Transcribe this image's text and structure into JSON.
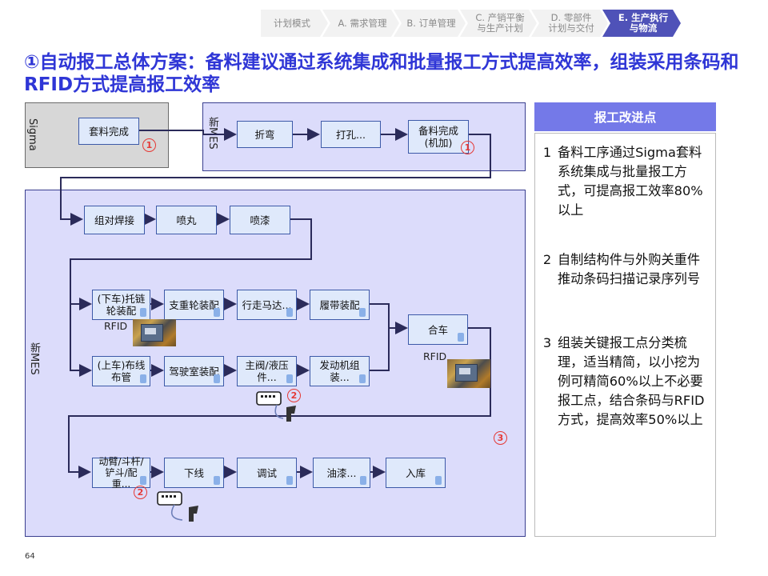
{
  "nav": [
    {
      "label": "计划模式",
      "active": false
    },
    {
      "label": "A. 需求管理",
      "active": false
    },
    {
      "label": "B. 订单管理",
      "active": false
    },
    {
      "label": "C. 产销平衡\n与生产计划",
      "active": false
    },
    {
      "label": "D. 零部件\n计划与交付",
      "active": false
    },
    {
      "label": "E. 生产执行\n与物流",
      "active": true
    }
  ],
  "title": "①自动报工总体方案：备料建议通过系统集成和批量报工方式提高效率，组装采用条码和RFID方式提高报工效率",
  "panels": {
    "sigma_label": "Sigma",
    "mes_top_label": "新MES",
    "mes_main_label": "新MES"
  },
  "steps": {
    "sigma_kitting": "套料完成",
    "bending": "折弯",
    "drilling": "打孔...",
    "kitting_done": "备料完成\n(机加)",
    "welding": "组对焊接",
    "shot_blast": "喷丸",
    "painting": "喷漆",
    "lower_chain": "(下车)托链\n轮装配",
    "roller_assembly": "支重轮装配",
    "travel_motor": "行走马达...",
    "track_assembly": "履带装配",
    "upper_wiring": "(上车)布线\n布管",
    "cab_assembly": "驾驶室装配",
    "main_valve": "主阀/液压\n件...",
    "engine_assembly": "发动机组\n装...",
    "merge": "合车",
    "boom": "动臂/斗杆/\n铲斗/配\n重...",
    "offline": "下线",
    "debugging": "调试",
    "oil_paint": "油漆...",
    "warehousing": "入库"
  },
  "rfid_label": "RFID",
  "badges": {
    "one": "1",
    "two": "2",
    "three": "3"
  },
  "improvements": {
    "heading": "报工改进点",
    "items": [
      {
        "num": "1",
        "text": "备料工序通过Sigma套料系统集成与批量报工方式，可提高报工效率80%以上"
      },
      {
        "num": "2",
        "text": "自制结构件与外购关重件推动条码扫描记录序列号"
      },
      {
        "num": "3",
        "text": "组装关键报工点分类梳理，适当精简，以小挖为例可精简60%以上不必要报工点，结合条码与RFID方式，提高效率50%以上"
      }
    ]
  },
  "page_number": "64",
  "colors": {
    "title": "#2f36d6",
    "accent": "#4f52b8",
    "panel": "#dcdcfb",
    "badge": "#e53935"
  }
}
